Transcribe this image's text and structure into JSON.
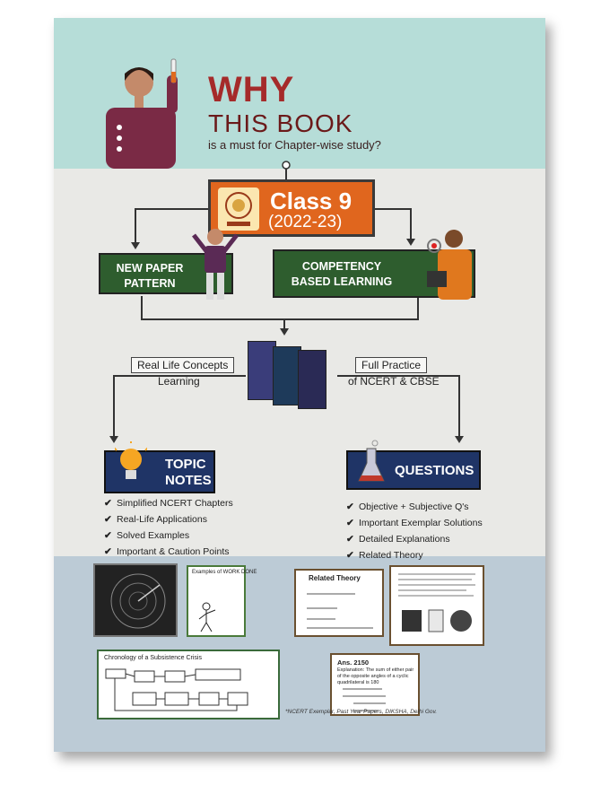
{
  "header": {
    "why": "WHY",
    "this_book": "THIS BOOK",
    "subtitle": "is a must for Chapter-wise study?"
  },
  "class_box": {
    "title": "Class 9",
    "year": "(2022-23)"
  },
  "branches": {
    "left": [
      "NEW PAPER",
      "PATTERN"
    ],
    "right": [
      "COMPETENCY",
      "BASED LEARNING"
    ]
  },
  "connectors": {
    "left_box": "Real Life Concepts",
    "left_text": "Learning",
    "right_box": "Full Practice",
    "right_text": "of NCERT & CBSE"
  },
  "topic_notes": {
    "title": [
      "TOPIC",
      "NOTES"
    ],
    "items": [
      "Simplified NCERT Chapters",
      "Real-Life Applications",
      "Solved Examples",
      "Important & Caution Points"
    ]
  },
  "questions": {
    "title": "QUESTIONS",
    "items": [
      "Objective + Subjective Q's",
      "Important Exemplar Solutions",
      "Detailed Explanations",
      "Related Theory"
    ]
  },
  "samples": {
    "examples_title": "Examples of WORK DONE",
    "chronology_title": "Chronology of a Subsistence Crisis",
    "related_theory": "Related Theory",
    "ans_label": "Ans.",
    "ans_value": "2150",
    "explanation": "Explanation: The sum of either pair of the opposite angles of a cyclic quadrilateral is 180"
  },
  "footnote": "*NCERT Exemplar, Past Year Papers, DIKSHA, Delhi Gov.",
  "colors": {
    "accent_red": "#a52a2a",
    "orange": "#e0661e",
    "green": "#2e5d2e",
    "navy": "#1f3466",
    "teal_band": "#b6ddd8"
  }
}
